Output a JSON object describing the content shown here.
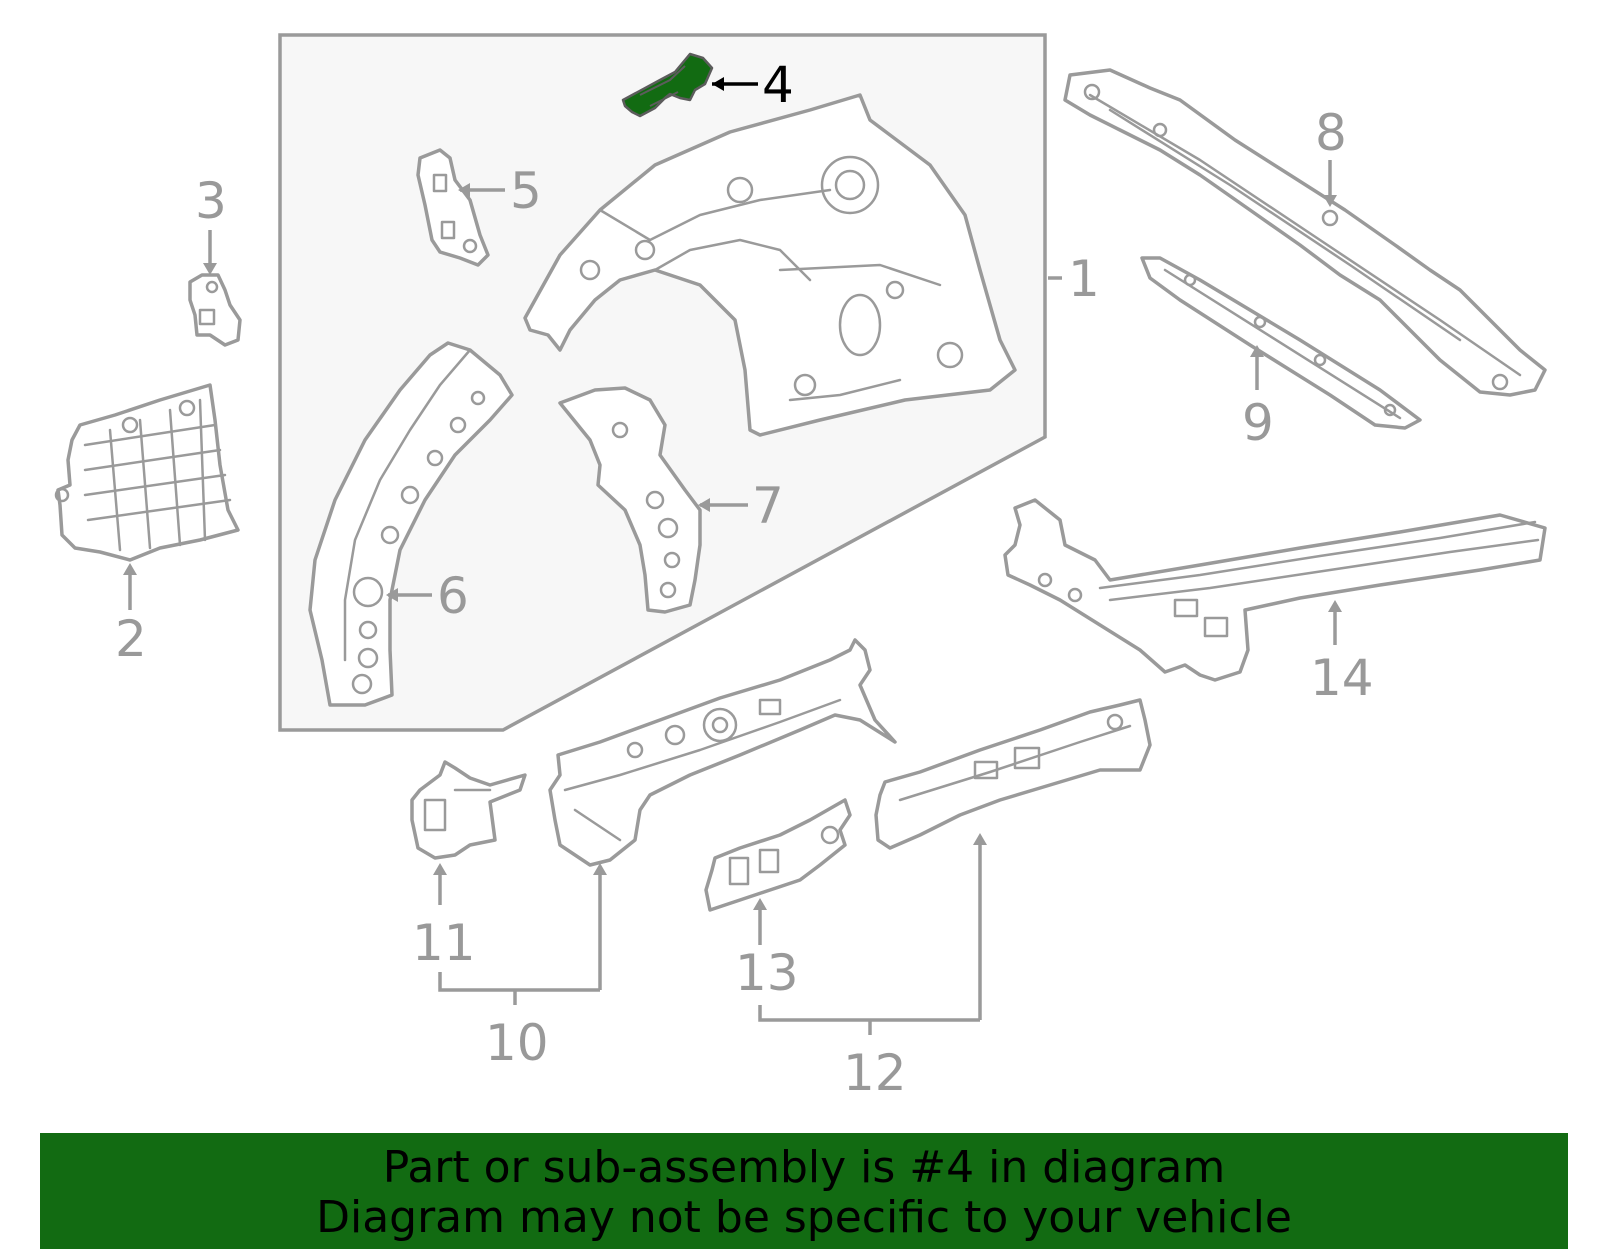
{
  "diagram": {
    "highlight_color": "#126b12",
    "highlighted_part": "4",
    "callouts": {
      "c1": "1",
      "c2": "2",
      "c3": "3",
      "c4": "4",
      "c5": "5",
      "c6": "6",
      "c7": "7",
      "c8": "8",
      "c9": "9",
      "c10": "10",
      "c11": "11",
      "c12": "12",
      "c13": "13",
      "c14": "14"
    }
  },
  "banner": {
    "line1": "Part or sub-assembly is #4 in diagram",
    "line2": "Diagram may not be specific to your vehicle"
  }
}
